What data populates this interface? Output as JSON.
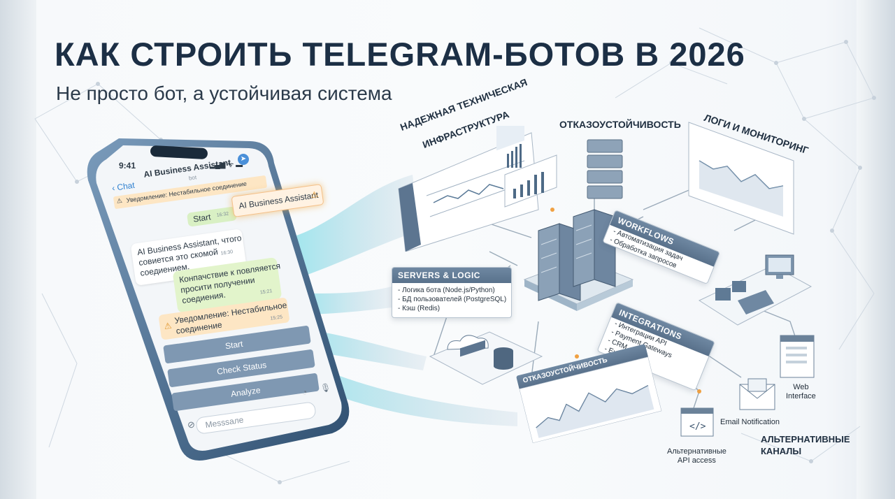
{
  "title": "КАК СТРОИТЬ TELEGRAM-БОТОВ В 2026",
  "subtitle": "Не просто бот, а устойчивая система",
  "phone": {
    "time": "9:41",
    "back_label": "Chat",
    "bot_name": "AI Business Assistant",
    "bot_tag": "bot",
    "notice_top": "Уведомление: Нестабильное соединение",
    "floating_badge": "AI Business Assistant",
    "messages": [
      {
        "text": "Start",
        "time": "16:32"
      },
      {
        "text_1": "AI Business Assistant, чтого",
        "text_2": "совиется это скомой",
        "text_3": "соедиением.",
        "time": "16:30"
      },
      {
        "text_1": "Конпачствие к повляяется",
        "text_2": "просити получении",
        "text_3": "соедиения.",
        "time": "15:21"
      }
    ],
    "notice_bottom_1": "Уведомление: Нестабильное",
    "notice_bottom_2": "соединение",
    "notice_bottom_time": "15:25",
    "buttons": [
      "Start",
      "Check Status",
      "Analyze"
    ],
    "input_placeholder": "Messsале"
  },
  "infra_label_1": "НАДЕЖНАЯ ТЕХНИЧЕСКАЯ",
  "infra_label_2": "ИНФРАСТРУКТУРА",
  "fault_label": "ОТКАЗОУСТОЙЧИВОСТЬ",
  "logs_label": "ЛОГИ И МОНИТОРИНГ",
  "workflows": {
    "title": "WORKFLOWS",
    "items": [
      "- Автоматизация задач",
      "- Обработка запросов"
    ]
  },
  "servers": {
    "title": "SERVERS & LOGIC",
    "items": [
      "- Логика бота (Node.js/Python)",
      "- БД пользователей (PostgreSQL)",
      "- Кэш (Redis)"
    ]
  },
  "integrations": {
    "title": "INTEGRATIONS",
    "items": [
      "- Интеграции API",
      "- Payment Gateways",
      "- CRM",
      "- External APIs"
    ]
  },
  "fault_card_label": "ОТКАЗОУСТОЙЧИВОСТЬ",
  "web_interface": "Web\nInterface",
  "web_1": "Web",
  "web_2": "Interface",
  "email_notification": "Email Notification",
  "alt_api_1": "Альтернативные",
  "alt_api_2": "API access",
  "alt_channels_1": "АЛЬТЕРНАТИВНЫЕ",
  "alt_channels_2": "КАНАЛЫ",
  "colors": {
    "primary": "#1c2f45",
    "accent": "#5f7a95",
    "teal": "#7fd6e3",
    "warning": "#f1a93a",
    "bubble_green": "#e6f5cf"
  }
}
